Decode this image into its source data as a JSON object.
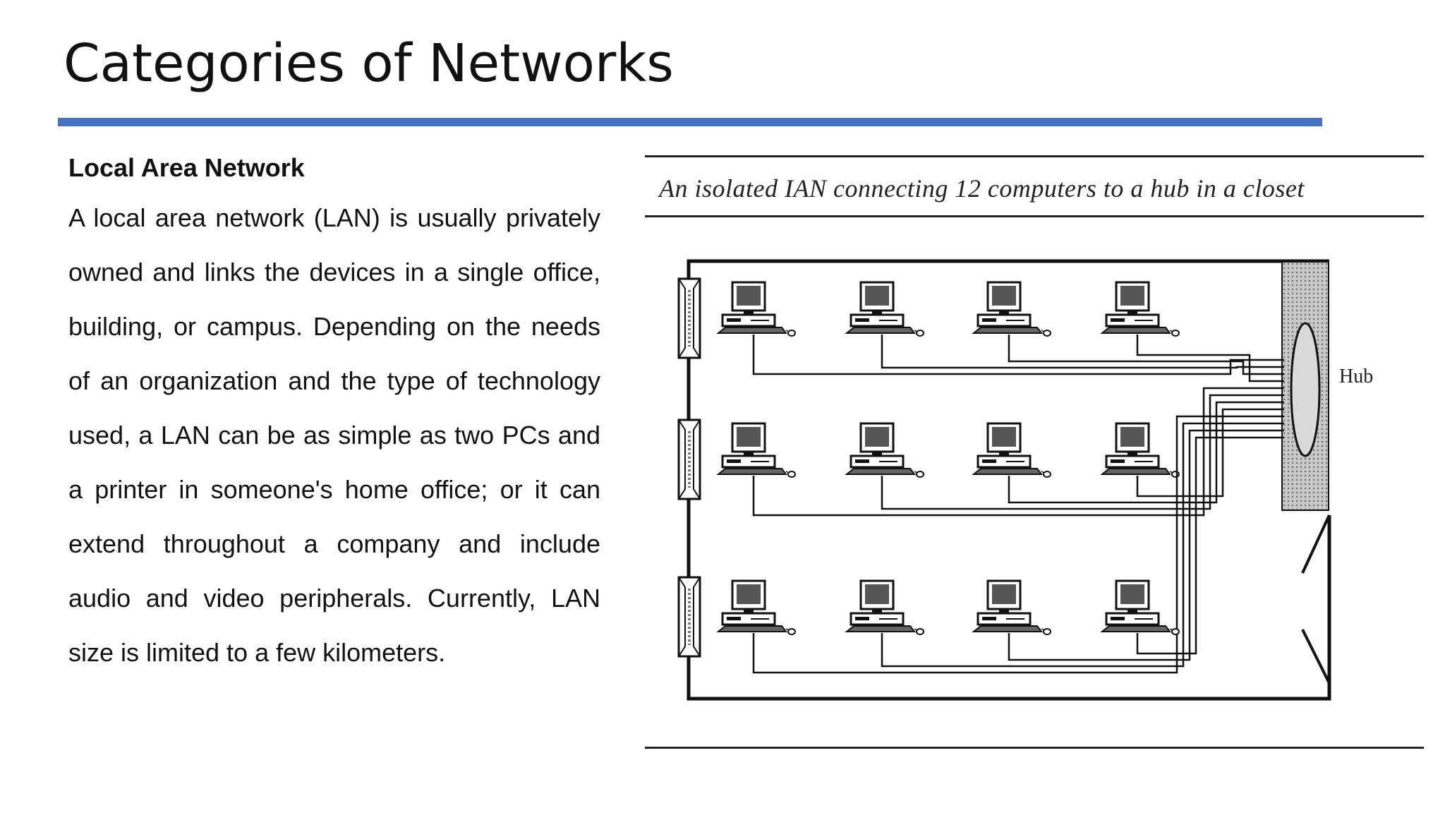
{
  "slide": {
    "title": "Categories of Networks",
    "accent_color": "#4472C4"
  },
  "content": {
    "heading": "Local Area Network",
    "body": "A local area network (LAN) is usually privately owned and links the devices in a single office, building, or campus. Depending on the needs of an organization and the type of technology used, a LAN can be as simple as two PCs and a printer in someone's home office; or it can extend throughout a company and include audio and video peripherals. Currently, LAN size is limited to a few kilometers."
  },
  "figure": {
    "caption": "An isolated IAN connecting 12 computers to a hub in a closet",
    "hub_label": "Hub",
    "computer_icon": "desktop-computer-icon",
    "wall_jack_icon": "wall-plate-icon",
    "rows": [
      {
        "computers": 4
      },
      {
        "computers": 4
      },
      {
        "computers": 4
      }
    ]
  }
}
